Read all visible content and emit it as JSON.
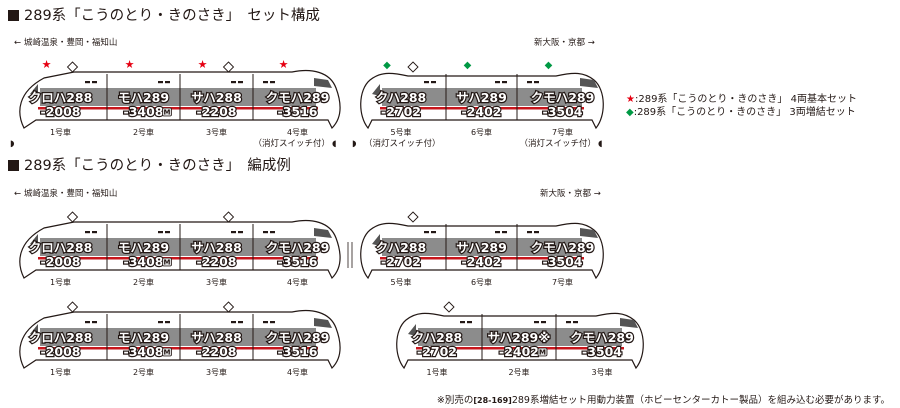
{
  "sections": [
    {
      "heading": "289系「こうのとり・きのさき」　セット構成",
      "dir_left": "← 城崎温泉・豊岡・福知山",
      "dir_right": "新大阪・京都 →"
    },
    {
      "heading": "289系「こうのとり・きのさき」　編成例",
      "dir_left": "← 城崎温泉・豊岡・福知山",
      "dir_right": "新大阪・京都 →"
    }
  ],
  "legend": [
    {
      "symbol": "★",
      "text": ":289系「こうのとり・きのさき」 4両基本セット",
      "color": "#e60012"
    },
    {
      "symbol": "◆",
      "text": ":289系「こうのとり・きのさき」 3両増結セット",
      "color": "#009944"
    }
  ],
  "lamp_switch_label": "（消灯スイッチ付）",
  "note": {
    "prefix": "※別売の",
    "product_code": "[28-169]",
    "suffix": "289系増結セット用動力装置（ホビーセンターカトー製品）を組み込む必要があります。"
  },
  "trains": [
    {
      "id": "set-basic",
      "cars": [
        {
          "line1": "クロハ288",
          "line2": "-2008",
          "num": "1号車",
          "mark": "star",
          "panto": true,
          "motor": false
        },
        {
          "line1": "モハ289",
          "line2": "-3408",
          "num": "2号車",
          "mark": "star",
          "panto": false,
          "motor": true
        },
        {
          "line1": "サハ288",
          "line2": "-2208",
          "num": "3号車",
          "mark": "star",
          "panto": true,
          "motor": false
        },
        {
          "line1": "クモハ289",
          "line2": "-3516",
          "num": "4号車",
          "mark": "star",
          "panto": false,
          "motor": false
        }
      ]
    },
    {
      "id": "set-add",
      "cars": [
        {
          "line1": "クハ288",
          "line2": "-2702",
          "num": "5号車",
          "mark": "diamond",
          "panto": true,
          "motor": false
        },
        {
          "line1": "サハ289",
          "line2": "-2402",
          "num": "6号車",
          "mark": "diamond",
          "panto": false,
          "motor": false
        },
        {
          "line1": "クモハ289",
          "line2": "-3504",
          "num": "7号車",
          "mark": "diamond",
          "panto": false,
          "motor": false
        }
      ]
    },
    {
      "id": "ex7-basic",
      "cars": [
        {
          "line1": "クロハ288",
          "line2": "-2008",
          "num": "1号車",
          "panto": true,
          "motor": false
        },
        {
          "line1": "モハ289",
          "line2": "-3408",
          "num": "2号車",
          "panto": false,
          "motor": true
        },
        {
          "line1": "サハ288",
          "line2": "-2208",
          "num": "3号車",
          "panto": true,
          "motor": false
        },
        {
          "line1": "クモハ289",
          "line2": "-3516",
          "num": "4号車",
          "panto": false,
          "motor": false
        }
      ]
    },
    {
      "id": "ex7-add",
      "cars": [
        {
          "line1": "クハ288",
          "line2": "-2702",
          "num": "5号車",
          "panto": true,
          "motor": false
        },
        {
          "line1": "サハ289",
          "line2": "-2402",
          "num": "6号車",
          "panto": false,
          "motor": false
        },
        {
          "line1": "クモハ289",
          "line2": "-3504",
          "num": "7号車",
          "panto": false,
          "motor": false
        }
      ]
    },
    {
      "id": "ex4",
      "cars": [
        {
          "line1": "クロハ288",
          "line2": "-2008",
          "num": "1号車",
          "panto": true,
          "motor": false
        },
        {
          "line1": "モハ289",
          "line2": "-3408",
          "num": "2号車",
          "panto": false,
          "motor": true
        },
        {
          "line1": "サハ288",
          "line2": "-2208",
          "num": "3号車",
          "panto": true,
          "motor": false
        },
        {
          "line1": "クモハ289",
          "line2": "-3516",
          "num": "4号車",
          "panto": false,
          "motor": false
        }
      ]
    },
    {
      "id": "ex3",
      "cars": [
        {
          "line1": "クハ288",
          "line2": "-2702",
          "num": "1号車",
          "panto": true,
          "motor": false
        },
        {
          "line1": "サハ289※",
          "line2": "-2402",
          "num": "2号車",
          "panto": false,
          "motor": true
        },
        {
          "line1": "クモハ289",
          "line2": "-3504",
          "num": "3号車",
          "panto": false,
          "motor": false
        }
      ]
    }
  ],
  "motor_badge": "M",
  "colors": {
    "red_stripe": "#c8161d",
    "window_band": "#8c8c8c",
    "ink": "#231815",
    "star": "#e60012",
    "diamond": "#009944"
  }
}
